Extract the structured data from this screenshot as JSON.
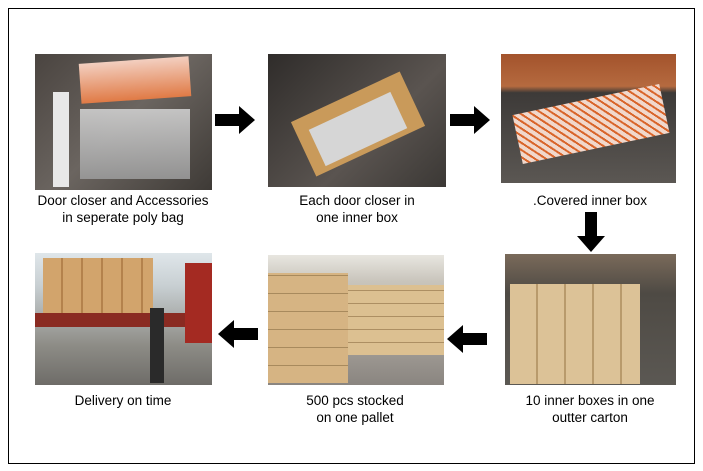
{
  "steps": [
    {
      "caption_line1": "Door closer and Accessories",
      "caption_line2": "in seperate poly bag"
    },
    {
      "caption_line1": "Each door closer in",
      "caption_line2": "one inner box"
    },
    {
      "caption_line1": ".Covered inner box",
      "caption_line2": ""
    },
    {
      "caption_line1": "10 inner boxes in one",
      "caption_line2": "outter carton"
    },
    {
      "caption_line1": "500 pcs stocked",
      "caption_line2": "on one pallet"
    },
    {
      "caption_line1": "Delivery on time",
      "caption_line2": ""
    }
  ],
  "colors": {
    "arrow": "#000000",
    "box_orange": "#d9652b",
    "carton": "#d9b98a"
  }
}
